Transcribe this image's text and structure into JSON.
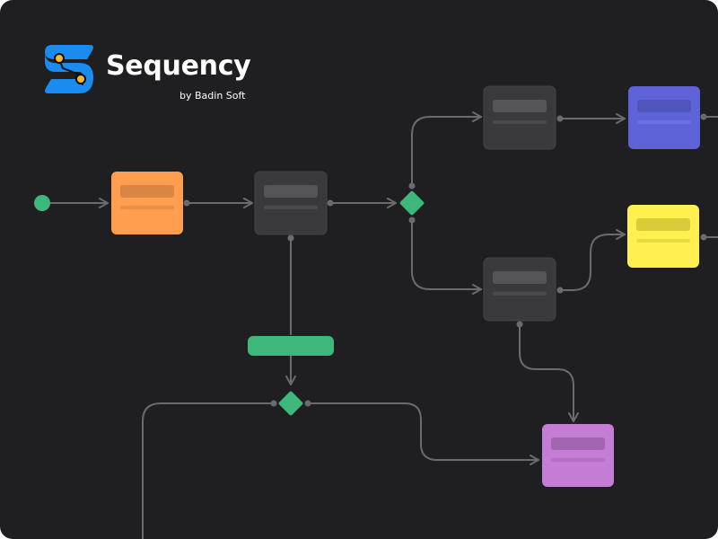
{
  "brand": {
    "name": "Sequency",
    "byline": "by Badin Soft",
    "logo_icon": "sequency-logo-icon"
  },
  "colors": {
    "background": "#1f1f21",
    "connector": "#6b6b6d",
    "start": "#3db87a",
    "gateway": "#3db87a",
    "bar": "#3db87a",
    "node_gray": "#3a3a3c",
    "node_orange": "#ff9e4f",
    "node_blue": "#5e63d8",
    "node_yellow": "#fff04f",
    "node_purple": "#c47cd4",
    "logo_blue": "#1a8cf0",
    "logo_dots": "#f5b92c"
  },
  "diagram": {
    "nodes": [
      {
        "id": "start",
        "kind": "start-event",
        "color": "start"
      },
      {
        "id": "task-orange",
        "kind": "task",
        "color": "node_orange"
      },
      {
        "id": "task-gray-1",
        "kind": "task",
        "color": "node_gray"
      },
      {
        "id": "gateway-1",
        "kind": "gateway",
        "color": "gateway"
      },
      {
        "id": "task-gray-top",
        "kind": "task",
        "color": "node_gray"
      },
      {
        "id": "task-blue",
        "kind": "task",
        "color": "node_blue"
      },
      {
        "id": "task-yellow",
        "kind": "task",
        "color": "node_yellow"
      },
      {
        "id": "task-gray-mid",
        "kind": "task",
        "color": "node_gray"
      },
      {
        "id": "bar",
        "kind": "bar",
        "color": "bar"
      },
      {
        "id": "gateway-2",
        "kind": "gateway",
        "color": "gateway"
      },
      {
        "id": "task-purple",
        "kind": "task",
        "color": "node_purple"
      }
    ]
  }
}
